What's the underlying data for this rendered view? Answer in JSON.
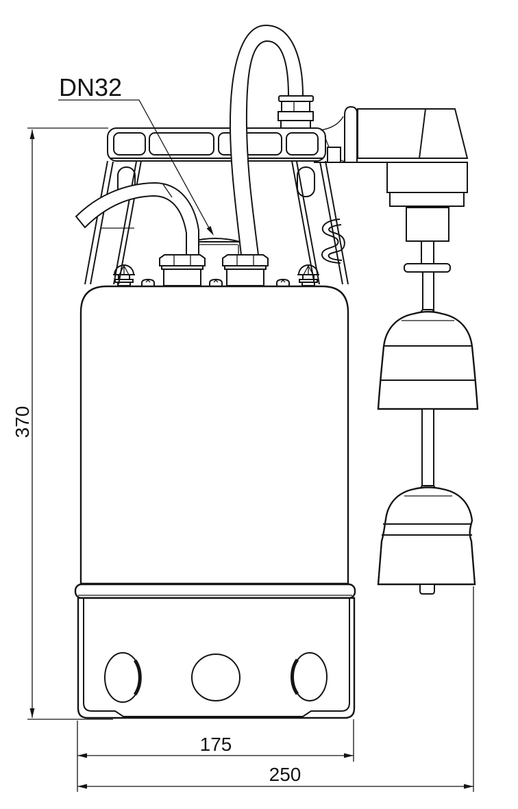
{
  "drawing": {
    "port_label": "DN32",
    "dimensions": {
      "height": "370",
      "base_width": "175",
      "overall_width": "250"
    },
    "colors": {
      "line": "#141414",
      "background": "#ffffff"
    },
    "subject": "submersible pump with float switch, front elevation"
  }
}
